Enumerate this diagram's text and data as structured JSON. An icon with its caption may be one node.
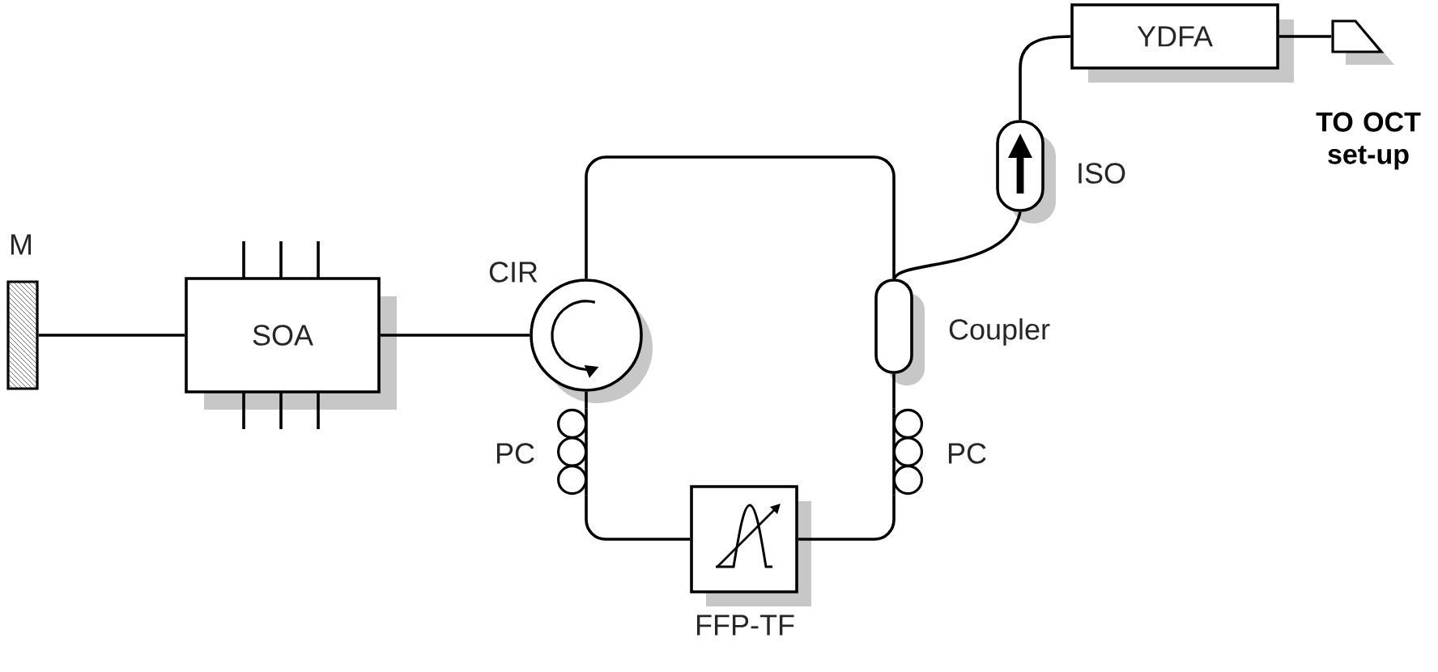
{
  "diagram": {
    "nodes": [
      {
        "text": [
          "M"
        ]
      },
      {
        "text": [
          "SOA"
        ]
      },
      {
        "text": [
          "CIR"
        ]
      },
      {
        "text": [
          "PC"
        ]
      },
      {
        "text": [
          "FFP-TF"
        ]
      },
      {
        "text": [
          "PC"
        ]
      },
      {
        "text": [
          "Coupler"
        ]
      },
      {
        "text": [
          "ISO"
        ]
      },
      {
        "text": [
          "YDFA"
        ]
      },
      {
        "text": [
          "TO OCT set-up"
        ]
      }
    ],
    "edges": [
      {
        "from": 0,
        "to": 1,
        "arrow": "none"
      },
      {
        "from": 1,
        "to": 2,
        "arrow": "none"
      },
      {
        "from": 2,
        "to": 3,
        "arrow": "none"
      },
      {
        "from": 3,
        "to": 4,
        "arrow": "none"
      },
      {
        "from": 4,
        "to": 5,
        "arrow": "none"
      },
      {
        "from": 5,
        "to": 6,
        "arrow": "none"
      },
      {
        "from": 2,
        "to": 6,
        "arrow": "none"
      },
      {
        "from": 6,
        "to": 7,
        "arrow": "none"
      },
      {
        "from": 7,
        "to": 8,
        "arrow": "none"
      },
      {
        "from": 8,
        "to": 9,
        "arrow": "none"
      }
    ]
  }
}
